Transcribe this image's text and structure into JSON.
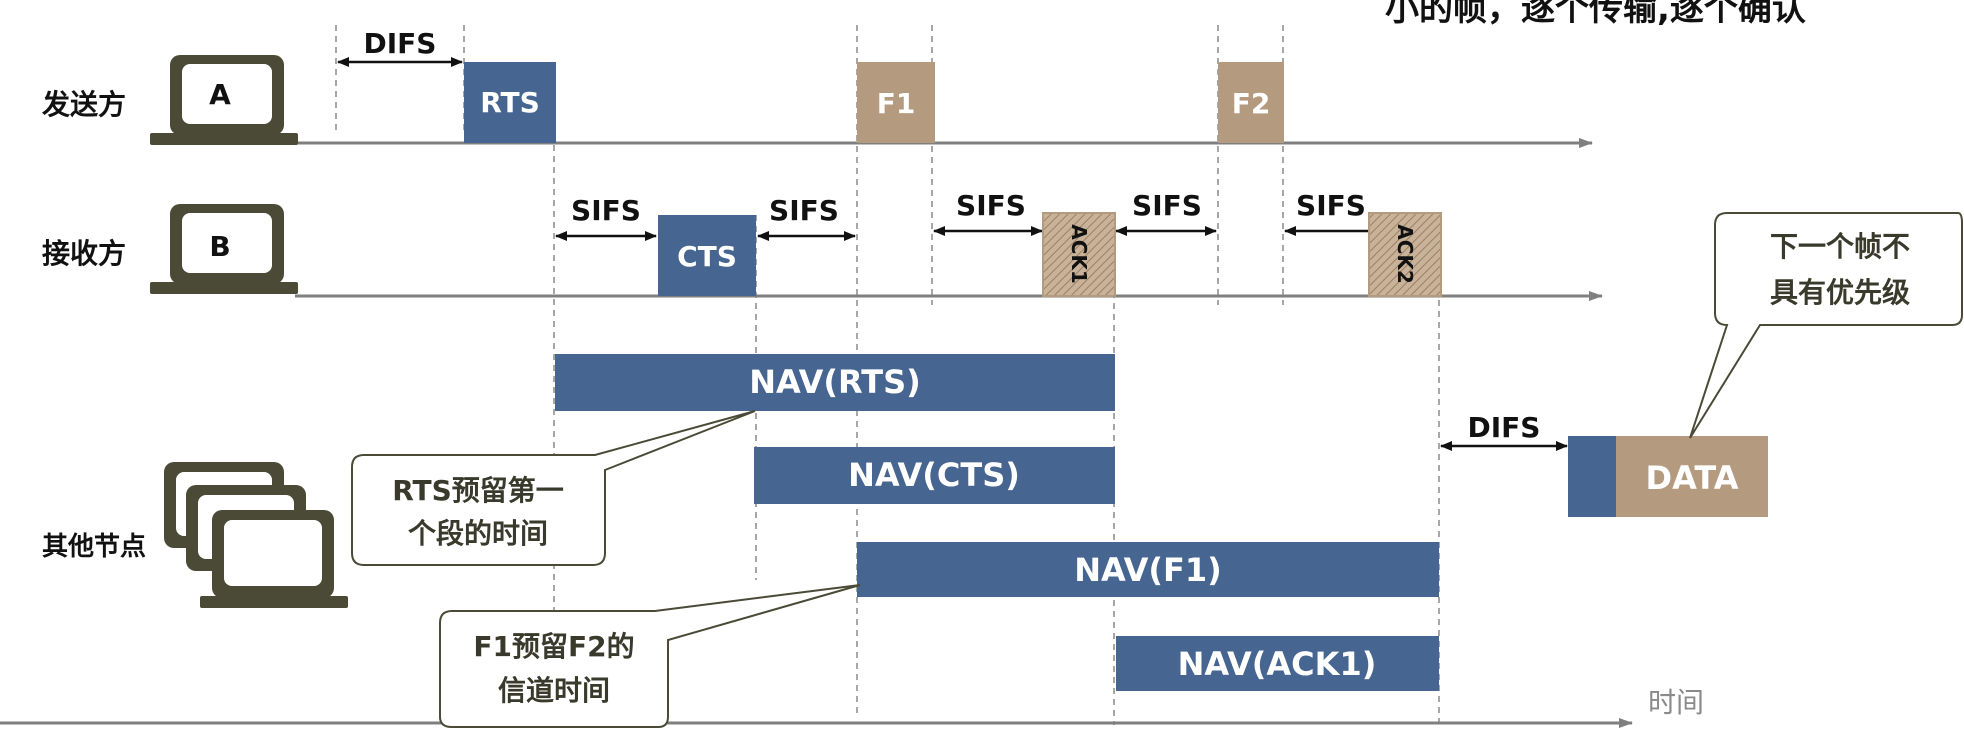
{
  "header_text": "小的帧，逐个传输,逐个确认",
  "rows": {
    "sender": "发送方",
    "receiver": "接收方",
    "others": "其他节点"
  },
  "stations": {
    "a": "A",
    "b": "B"
  },
  "intervals": {
    "difs": "DIFS",
    "sifs": "SIFS"
  },
  "frames": {
    "rts": "RTS",
    "cts": "CTS",
    "f1": "F1",
    "f2": "F2",
    "ack1": "ACK1",
    "ack2": "ACK2",
    "data": "DATA"
  },
  "nav": {
    "rts": "NAV(RTS)",
    "cts": "NAV(CTS)",
    "f1": "NAV(F1)",
    "ack1": "NAV(ACK1)"
  },
  "callouts": {
    "rts_line1": "RTS预留第一",
    "rts_line2": "个段的时间",
    "f1_line1": "F1预留F2的",
    "f1_line2": "信道时间",
    "next_line1": "下一个帧不",
    "next_line2": "具有优先级"
  },
  "time_label": "时间",
  "colors": {
    "blue": "#466590",
    "tan": "#b49a7e",
    "laptop": "#4a4a36",
    "axis": "#7f7f7f"
  }
}
